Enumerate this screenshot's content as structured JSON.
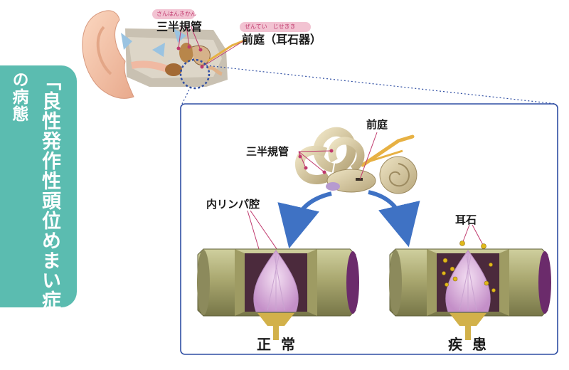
{
  "title": {
    "main": "「良性発作性頭位めまい症」",
    "sub": "の病態"
  },
  "ear_labels": {
    "semicircular": "三半規管",
    "semicircular_reading": "さんはんきかん",
    "vestibule": "前庭（耳石器）",
    "vestibule_reading": "ぜんてい　じせきき"
  },
  "inner_labels": {
    "vestibule": "前庭",
    "semicircular": "三半規管",
    "endolymph": "内リンパ腔",
    "otolith": "耳石"
  },
  "captions": {
    "normal": "正常",
    "disease": "疾患"
  },
  "colors": {
    "title_tab": "#5bbcb0",
    "panel_border": "#2f4ea3",
    "arrow": "#3f72c4",
    "furigana_pill": "#f2c3d2",
    "otolith": "#e0b81a",
    "cupula": "#e2b8e0",
    "pointer_line": "#c0396d"
  }
}
